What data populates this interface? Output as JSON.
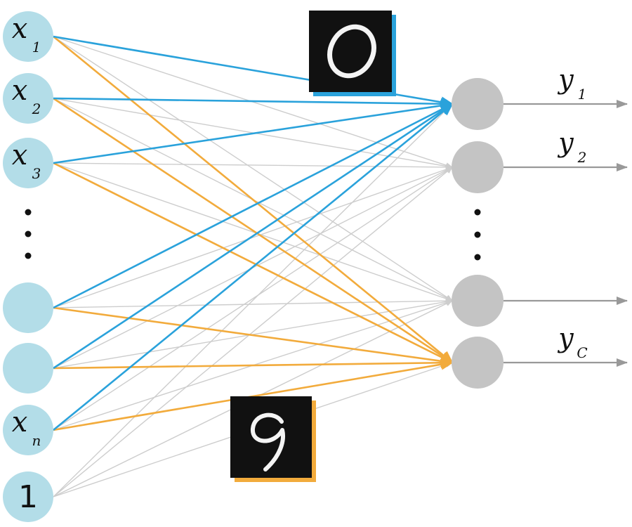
{
  "colors": {
    "input_node": "#b3dde8",
    "output_node": "#c4c4c4",
    "edge_default": "#cdcdcd",
    "edge_digit0": "#2aa2db",
    "edge_digit9": "#f2ab3c",
    "output_arrow": "#999999",
    "digit_bg": "#111111",
    "digit_fg": "#f4f4f4"
  },
  "input_layer": {
    "nodes": [
      {
        "base": "x",
        "sub": "1"
      },
      {
        "base": "x",
        "sub": "2"
      },
      {
        "base": "x",
        "sub": "3"
      },
      {
        "ellipsis": true
      },
      {
        "base": "",
        "sub": ""
      },
      {
        "base": "",
        "sub": ""
      },
      {
        "base": "x",
        "sub": "n"
      },
      {
        "base": "1",
        "sub": ""
      }
    ]
  },
  "output_layer": {
    "nodes": [
      {
        "base": "y",
        "sub": "1"
      },
      {
        "base": "y",
        "sub": "2"
      },
      {
        "ellipsis": true
      },
      {
        "base": "",
        "sub": ""
      },
      {
        "base": "y",
        "sub": "C"
      }
    ]
  },
  "digit_images": [
    {
      "id": "digit-0",
      "shape": "digit-zero-icon",
      "highlight_color": "#2aa2db",
      "target_output": 0
    },
    {
      "id": "digit-9",
      "shape": "digit-nine-icon",
      "highlight_color": "#f2ab3c",
      "target_output": 4
    }
  ]
}
